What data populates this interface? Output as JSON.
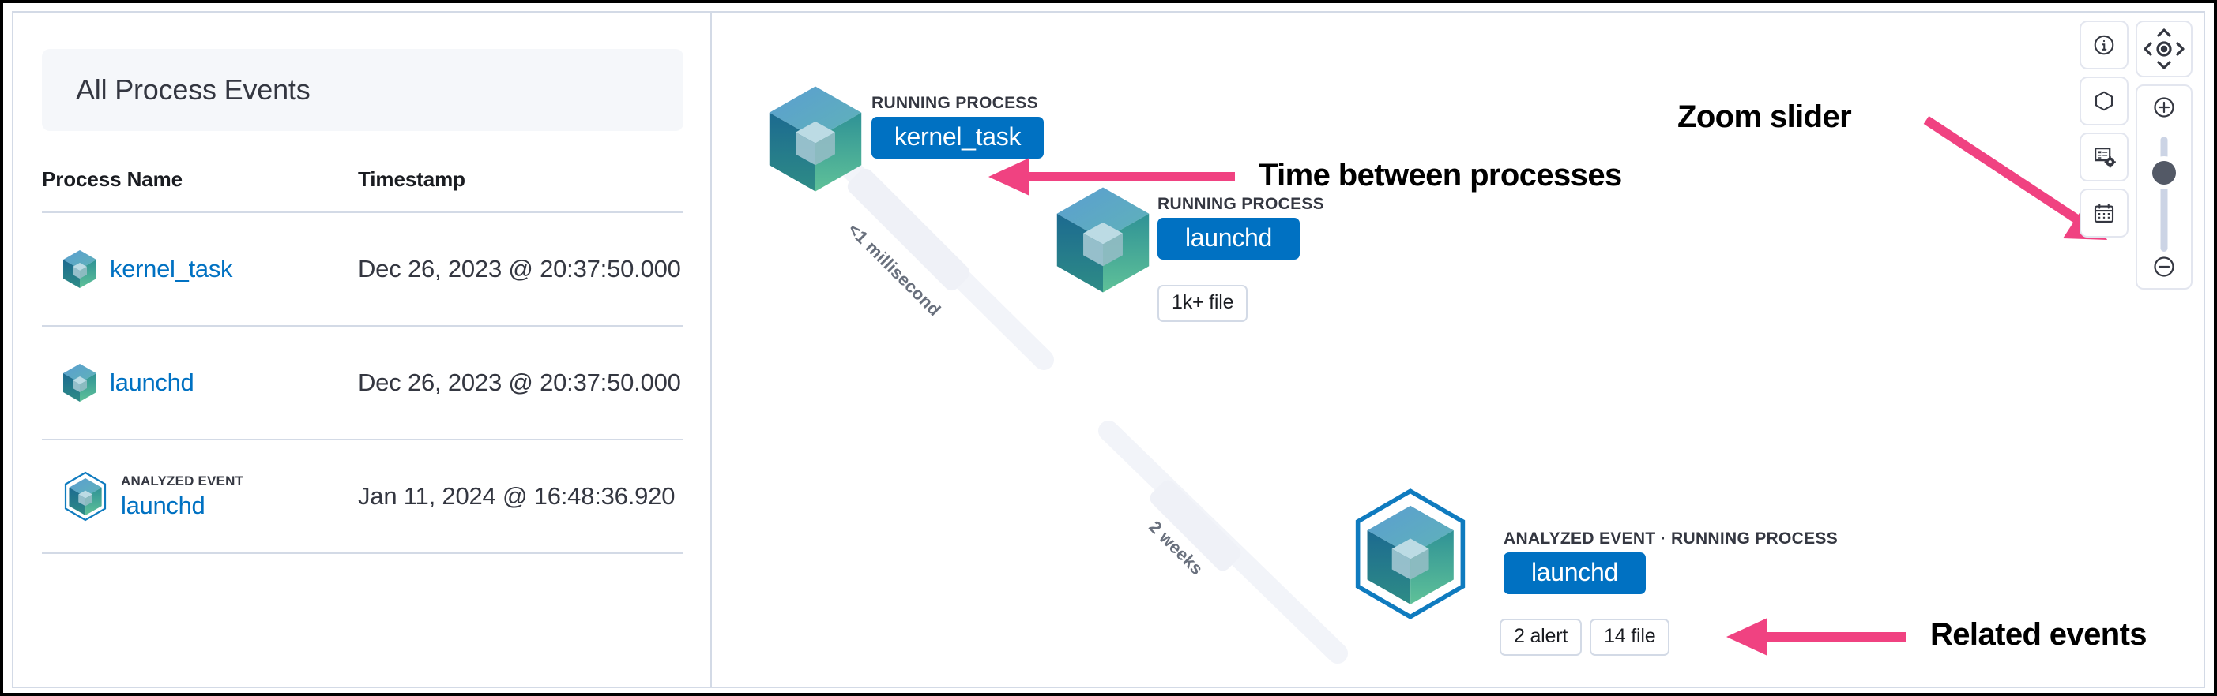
{
  "left_panel": {
    "title": "All Process Events",
    "table": {
      "headers": [
        "Process Name",
        "Timestamp"
      ],
      "rows": [
        {
          "icon": "process-cube-icon",
          "event_tag": "",
          "process_name": "kernel_task",
          "timestamp": "Dec 26, 2023 @ 20:37:50.000"
        },
        {
          "icon": "process-cube-icon",
          "event_tag": "",
          "process_name": "launchd",
          "timestamp": "Dec 26, 2023 @ 20:37:50.000"
        },
        {
          "icon": "analyzed-event-cube-icon",
          "event_tag": "ANALYZED EVENT",
          "process_name": "launchd",
          "timestamp": "Jan 11, 2024 @ 16:48:36.920"
        }
      ]
    }
  },
  "graph": {
    "nodes": [
      {
        "id": "kernel_task",
        "kind_label": "RUNNING PROCESS",
        "pill_label": "kernel_task",
        "icon": "process-cube-icon",
        "analyzed": false,
        "badges": []
      },
      {
        "id": "launchd-1",
        "kind_label": "RUNNING PROCESS",
        "pill_label": "launchd",
        "icon": "process-cube-icon",
        "analyzed": false,
        "badges": [
          "1k+ file"
        ]
      },
      {
        "id": "launchd-2",
        "kind_label": "ANALYZED EVENT · RUNNING PROCESS",
        "pill_label": "launchd",
        "icon": "analyzed-event-cube-icon",
        "analyzed": true,
        "badges": [
          "2 alert",
          "14 file"
        ]
      }
    ],
    "edges": [
      {
        "from": "kernel_task",
        "to": "launchd-1",
        "label": "<1 millisecond"
      },
      {
        "from": "launchd-1",
        "to": "launchd-2",
        "label": "2 weeks"
      }
    ],
    "badges": {
      "node2_file": "1k+ file",
      "node3_alert": "2 alert",
      "node3_file": "14 file"
    }
  },
  "annotations": [
    {
      "text": "Time between processes",
      "points_to": "edge-label-1-millisecond"
    },
    {
      "text": "Zoom slider",
      "points_to": "zoom-slider-thumb"
    },
    {
      "text": "Related events",
      "points_to": "related-event-badges"
    }
  ],
  "annotation_color": "#f04281",
  "toolbar": {
    "buttons": [
      {
        "name": "info-icon",
        "label": "Info"
      },
      {
        "name": "hexagon-icon",
        "label": "Node legend"
      },
      {
        "name": "list-settings-icon",
        "label": "Table settings"
      },
      {
        "name": "calendar-icon",
        "label": "Date picker"
      }
    ],
    "pan_control": {
      "name": "pan-control",
      "up": "chevron-up-icon",
      "left": "chevron-left-icon",
      "center": "center-target-icon",
      "right": "chevron-right-icon",
      "down": "chevron-down-icon"
    },
    "zoom_control": {
      "zoom_in": "plus-circle-icon",
      "zoom_out": "minus-circle-icon",
      "slider_value": 38
    }
  },
  "colors": {
    "accent_blue": "#0071c2",
    "pink": "#f04281",
    "panel_bg": "#f5f7fa",
    "border": "#d3dae6",
    "text_dark": "#343741"
  }
}
